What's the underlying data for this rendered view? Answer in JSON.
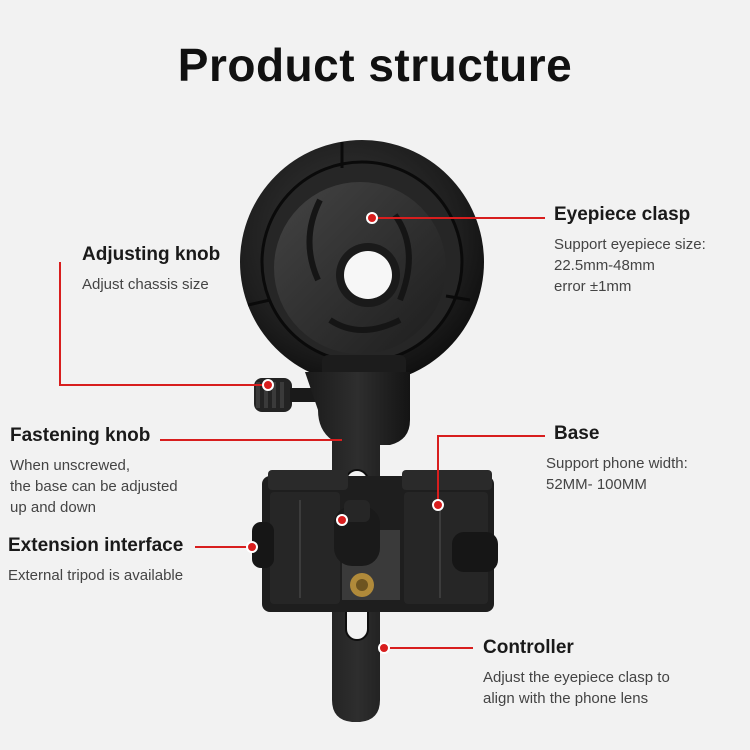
{
  "title": "Product structure",
  "colors": {
    "accent": "#d81e1e",
    "background": "#f2f2f2"
  },
  "callouts": {
    "adjusting_knob": {
      "name": "Adjusting knob",
      "desc": [
        "Adjust chassis size"
      ]
    },
    "fastening_knob": {
      "name": "Fastening knob",
      "desc": [
        "When unscrewed,",
        "the base can be adjusted",
        "up and down"
      ]
    },
    "extension_interface": {
      "name": "Extension interface",
      "desc": [
        "External tripod is available"
      ]
    },
    "eyepiece_clasp": {
      "name": "Eyepiece clasp",
      "desc": [
        "Support eyepiece size:",
        "22.5mm-48mm",
        "error ±1mm"
      ]
    },
    "base": {
      "name": "Base",
      "desc": [
        "Support phone width:",
        "52MM- 100MM"
      ]
    },
    "controller": {
      "name": "Controller",
      "desc": [
        "Adjust the eyepiece clasp to",
        "align with the phone lens"
      ]
    }
  }
}
